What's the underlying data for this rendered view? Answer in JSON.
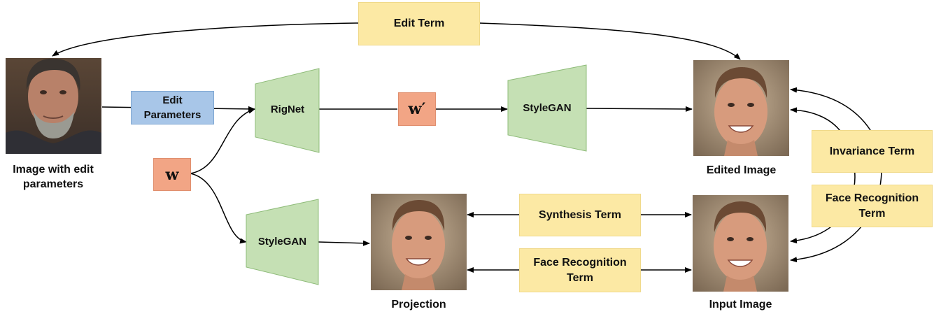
{
  "edit_term": "Edit Term",
  "edit_parameters": [
    "Edit",
    "Parameters"
  ],
  "rignet": "RigNet",
  "stylegan_top": "StyleGAN",
  "stylegan_bottom": "StyleGAN",
  "w_prime": "w′",
  "w": "w",
  "image_with_edit": [
    "Image with edit",
    "parameters"
  ],
  "edited_image": "Edited Image",
  "projection": "Projection",
  "input_image": "Input Image",
  "synthesis_term": "Synthesis Term",
  "face_recognition_term_bottom": [
    "Face Recognition",
    "Term"
  ],
  "invariance_term": "Invariance Term",
  "face_recognition_term_right": [
    "Face Recognition",
    "Term"
  ],
  "colors": {
    "yellow_box": "#fce9a4",
    "blue_box": "#a8c6e8",
    "orange_box": "#f2a585",
    "network_green": "#c5e0b4",
    "network_border": "#8fbc7a",
    "arrow": "#000000"
  }
}
